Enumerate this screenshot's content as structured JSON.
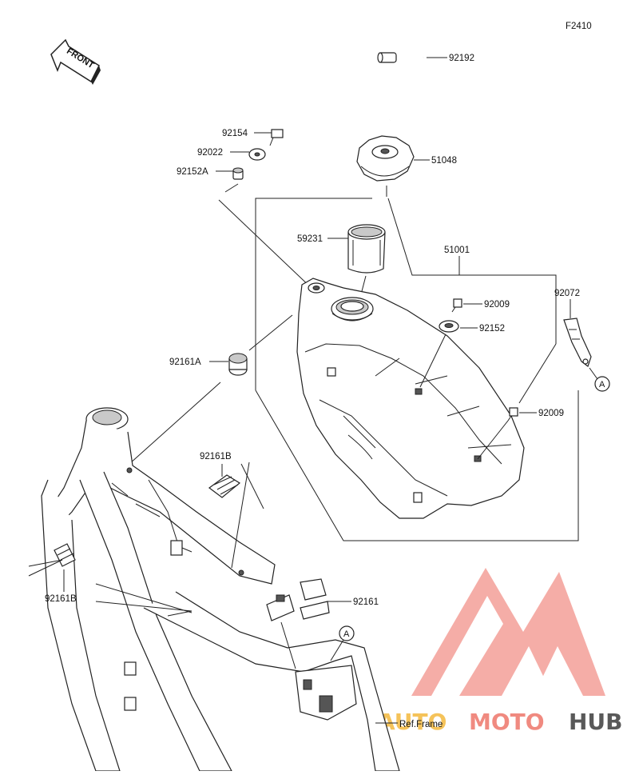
{
  "figure_code": "F2410",
  "front_label": "FRONT",
  "ref_label": "Ref.Frame",
  "ref_marker": "A",
  "watermark": {
    "segments": [
      "AUTO",
      "MOTO",
      "HUB"
    ],
    "colors": [
      "#f5c35a",
      "#f08a80",
      "#595959"
    ]
  },
  "parts": {
    "p92192": "92192",
    "p92154": "92154",
    "p92022": "92022",
    "p92152A": "92152A",
    "p51048": "51048",
    "p59231": "59231",
    "p51001": "51001",
    "p92072": "92072",
    "p92009a": "92009",
    "p92152": "92152",
    "p92161A": "92161A",
    "p92009b": "92009",
    "p92161B_mid": "92161B",
    "p92161B_left": "92161B",
    "p92161": "92161"
  }
}
